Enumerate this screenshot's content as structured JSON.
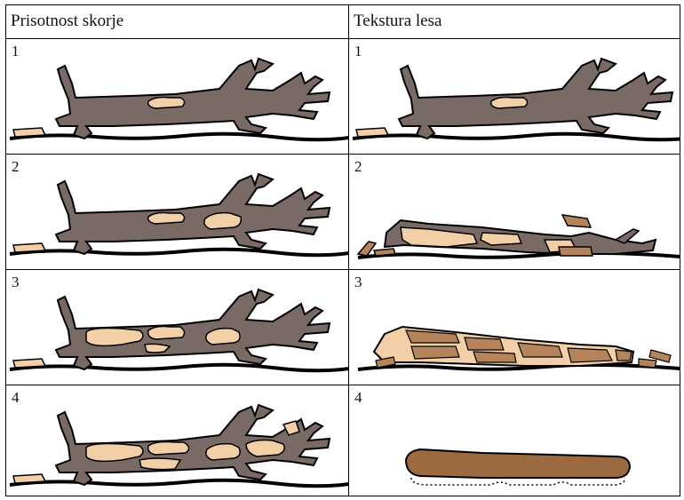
{
  "headers": {
    "left": "Prisotnost skorje",
    "right": "Tekstura lesa"
  },
  "left_panels": [
    {
      "num": "1"
    },
    {
      "num": "2"
    },
    {
      "num": "3"
    },
    {
      "num": "4"
    }
  ],
  "right_panels": [
    {
      "num": "1"
    },
    {
      "num": "2"
    },
    {
      "num": "3"
    },
    {
      "num": "4"
    }
  ],
  "colors": {
    "bark": "#7a6a66",
    "exposed_wood": "#f2cfa6",
    "decayed_wood": "#b5845a",
    "log_brown": "#9b6a40",
    "outline": "#000000"
  }
}
